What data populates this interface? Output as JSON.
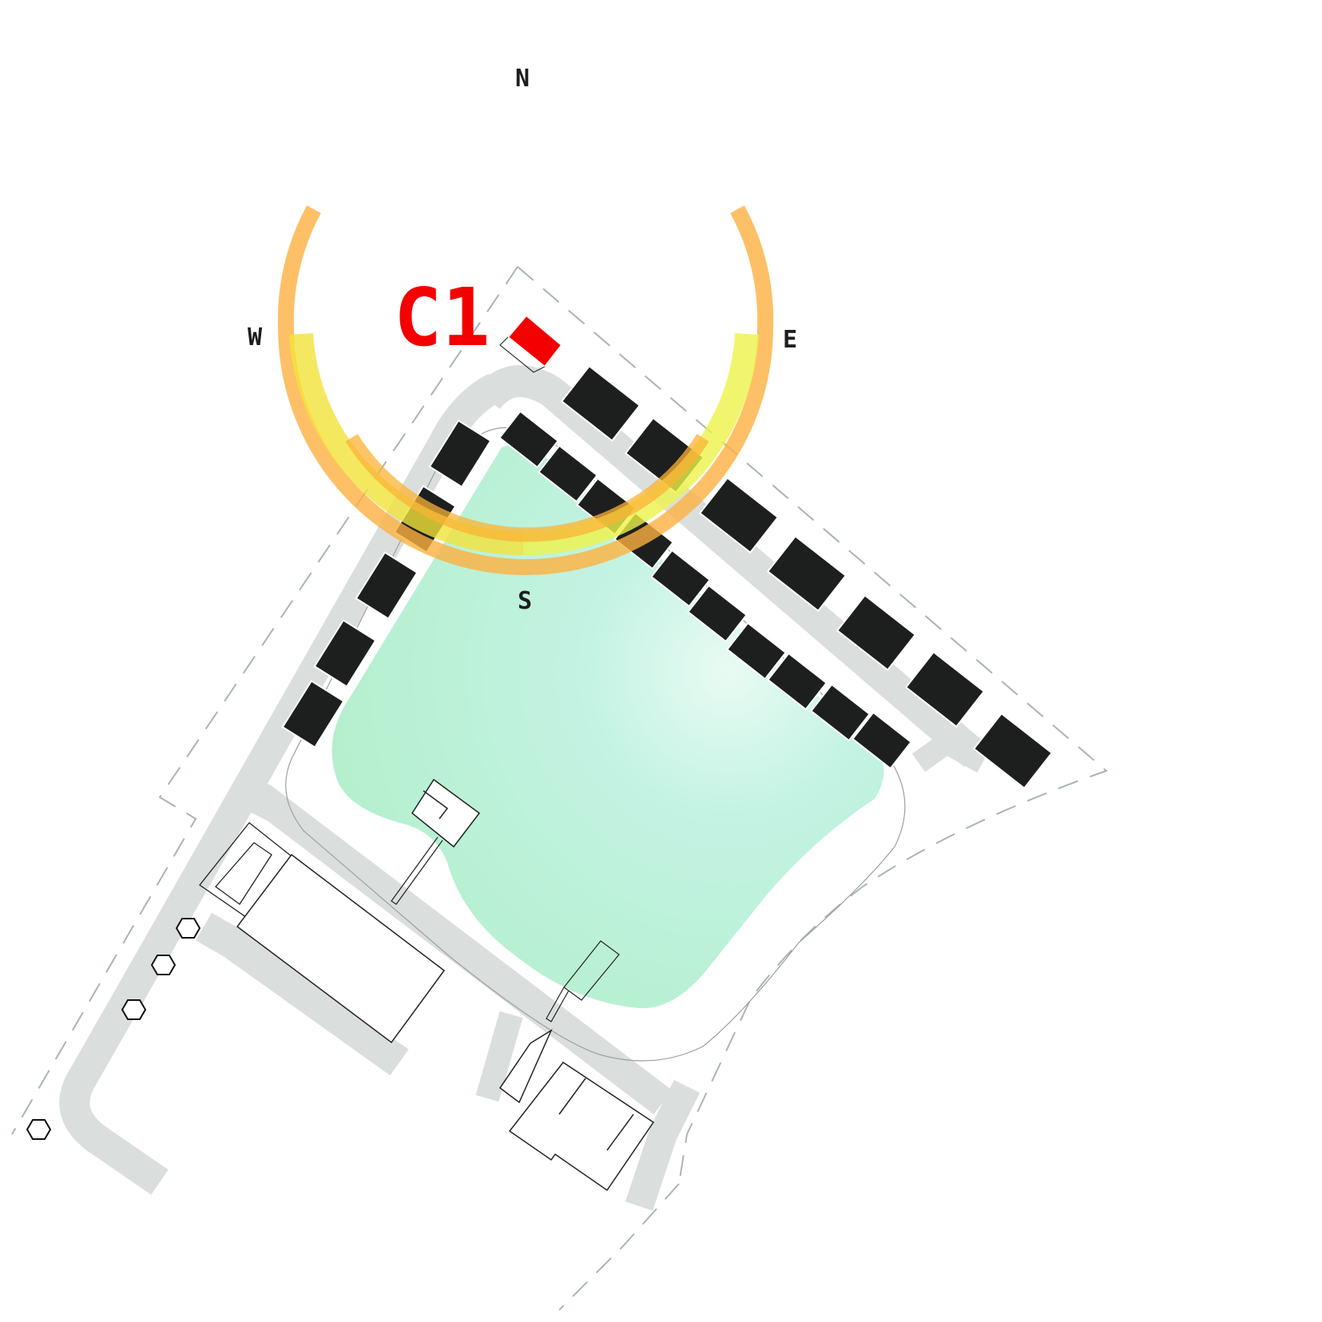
{
  "compass": {
    "north": "N",
    "east": "E",
    "south": "S",
    "west": "W"
  },
  "highlighted_plot": {
    "label": "C1",
    "color": "#f40000"
  },
  "colors": {
    "house": "#1d1f1f",
    "road": "#dadfde",
    "green_space": "#b6f0cf",
    "sun_path_outer": "#fcbf4b",
    "sun_path_inner": "#f3e84c",
    "boundary": "#a9b4b4"
  },
  "icons": {
    "trees": "hexagon-tree-icon"
  }
}
